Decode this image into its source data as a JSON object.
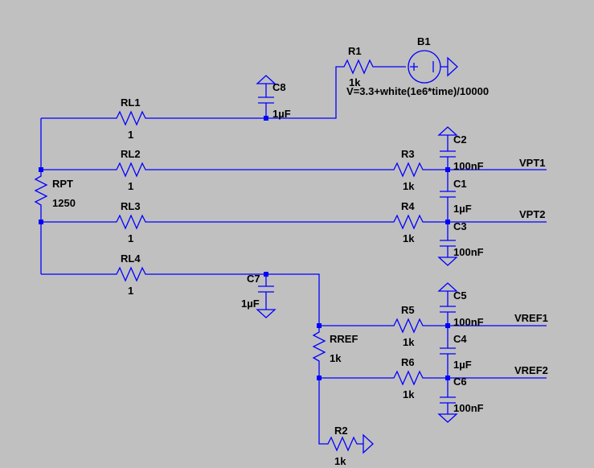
{
  "components": {
    "R1": {
      "name": "R1",
      "value": "1k"
    },
    "B1": {
      "name": "B1",
      "value": "V=3.3+white(1e6*time)/10000"
    },
    "C8": {
      "name": "C8",
      "value": "1µF"
    },
    "RL1": {
      "name": "RL1",
      "value": "1"
    },
    "RL2": {
      "name": "RL2",
      "value": "1"
    },
    "RL3": {
      "name": "RL3",
      "value": "1"
    },
    "RL4": {
      "name": "RL4",
      "value": "1"
    },
    "RPT": {
      "name": "RPT",
      "value": "1250"
    },
    "R3": {
      "name": "R3",
      "value": "1k"
    },
    "R4": {
      "name": "R4",
      "value": "1k"
    },
    "C2": {
      "name": "C2",
      "value": "100nF"
    },
    "C1": {
      "name": "C1",
      "value": "1µF"
    },
    "C3": {
      "name": "C3",
      "value": "100nF"
    },
    "C7": {
      "name": "C7",
      "value": "1µF"
    },
    "RREF": {
      "name": "RREF",
      "value": "1k"
    },
    "R5": {
      "name": "R5",
      "value": "1k"
    },
    "R6": {
      "name": "R6",
      "value": "1k"
    },
    "C5": {
      "name": "C5",
      "value": "100nF"
    },
    "C4": {
      "name": "C4",
      "value": "1µF"
    },
    "C6": {
      "name": "C6",
      "value": "100nF"
    },
    "R2": {
      "name": "R2",
      "value": "1k"
    }
  },
  "nets": {
    "VPT1": "VPT1",
    "VPT2": "VPT2",
    "VREF1": "VREF1",
    "VREF2": "VREF2"
  },
  "colors": {
    "background": "#c0c0c0",
    "wire": "#0000ff",
    "text": "#000000"
  }
}
